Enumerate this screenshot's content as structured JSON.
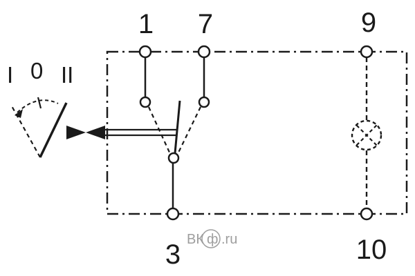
{
  "diagram": {
    "type": "switch-wiring-schematic",
    "terminal_labels": {
      "t1": "1",
      "t7": "7",
      "t9": "9",
      "t3": "3",
      "t10": "10"
    },
    "position_labels": {
      "pos_i": "I",
      "pos_0": "0",
      "pos_ii": "II"
    },
    "watermark": {
      "part1": "ВК",
      "part2": "ф",
      "part3": ".ru"
    },
    "colors": {
      "line": "#1a1a1a",
      "watermark": "#9e9e9e",
      "background": "#ffffff"
    }
  }
}
